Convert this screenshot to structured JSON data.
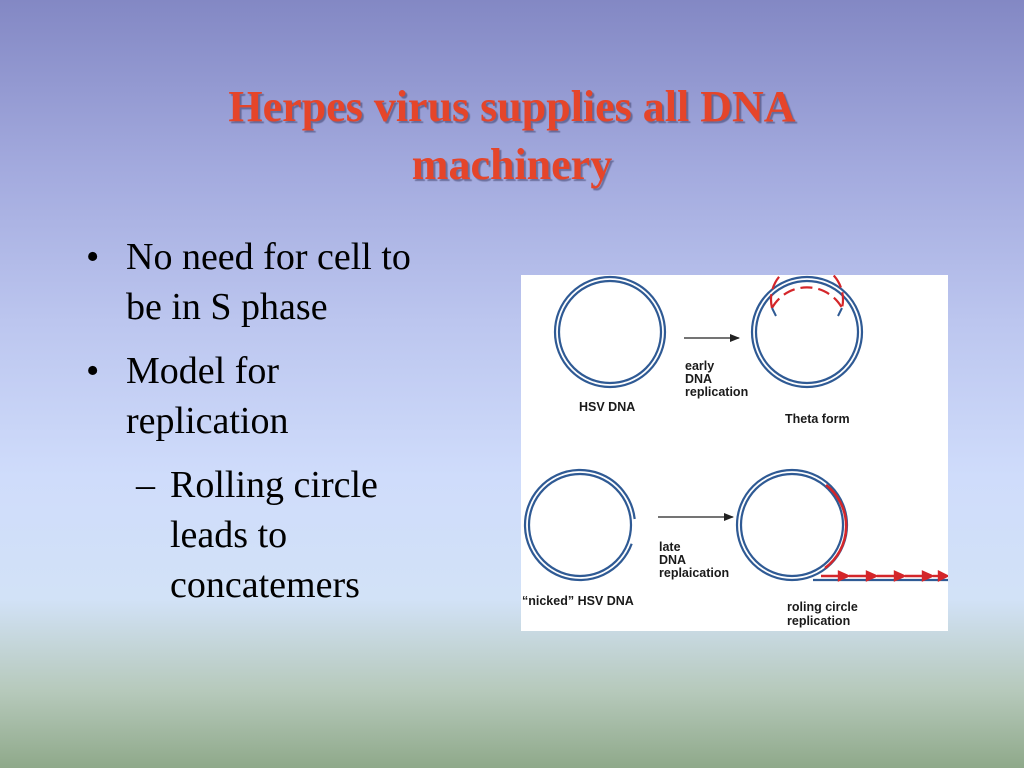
{
  "slide": {
    "title_line1": "Herpes virus supplies all DNA",
    "title_line2": "machinery",
    "bullets": [
      {
        "bullet": "•",
        "text_line1": "No need for cell to",
        "text_line2": "be in S phase"
      },
      {
        "bullet": "•",
        "text_line1": "Model for",
        "text_line2": "replication"
      }
    ],
    "sub_bullet": {
      "dash": "–",
      "text_line1": "Rolling circle",
      "text_line2": "leads to",
      "text_line3": "concatemers"
    }
  },
  "diagram": {
    "colors": {
      "dna_blue": "#2f5a94",
      "new_strand_red": "#d4262a",
      "arrow_black": "#222222"
    },
    "labels": {
      "hsv_dna": "HSV DNA",
      "early_line1": "early",
      "early_line2": "DNA",
      "early_line3": "replication",
      "theta_form": "Theta form",
      "nicked_hsv_dna": "“nicked” HSV DNA",
      "late_line1": "late",
      "late_line2": "DNA",
      "late_line3": "replaication",
      "rolling_line1": "roling circle",
      "rolling_line2": "replication"
    }
  }
}
